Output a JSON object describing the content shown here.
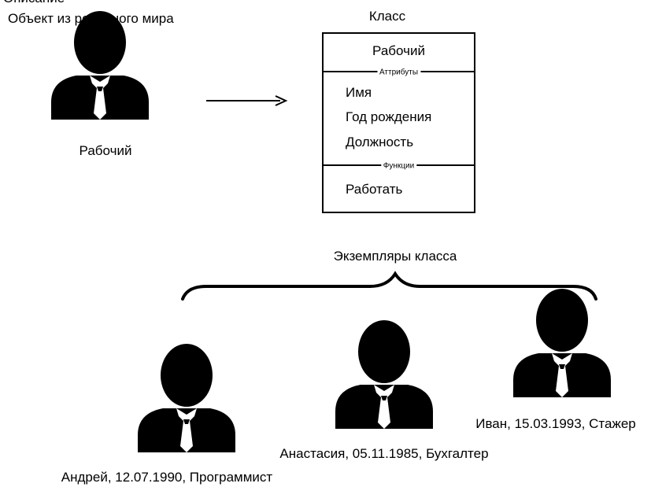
{
  "header": {
    "cut_title": "Описание",
    "real_object_label": "Объект из реального мира",
    "class_label": "Класс"
  },
  "real_object": {
    "caption": "Рабочий"
  },
  "class_box": {
    "name": "Рабочий",
    "attributes_section": "Аттрибуты",
    "attributes": [
      "Имя",
      "Год рождения",
      "Должность"
    ],
    "functions_section": "Функции",
    "functions": [
      "Работать"
    ]
  },
  "instances": {
    "label": "Экземпляры класса",
    "items": [
      {
        "caption": "Андрей, 12.07.1990, Программист"
      },
      {
        "caption": "Анастасия, 05.11.1985, Бухгалтер"
      },
      {
        "caption": "Иван, 15.03.1993, Стажер"
      }
    ]
  }
}
